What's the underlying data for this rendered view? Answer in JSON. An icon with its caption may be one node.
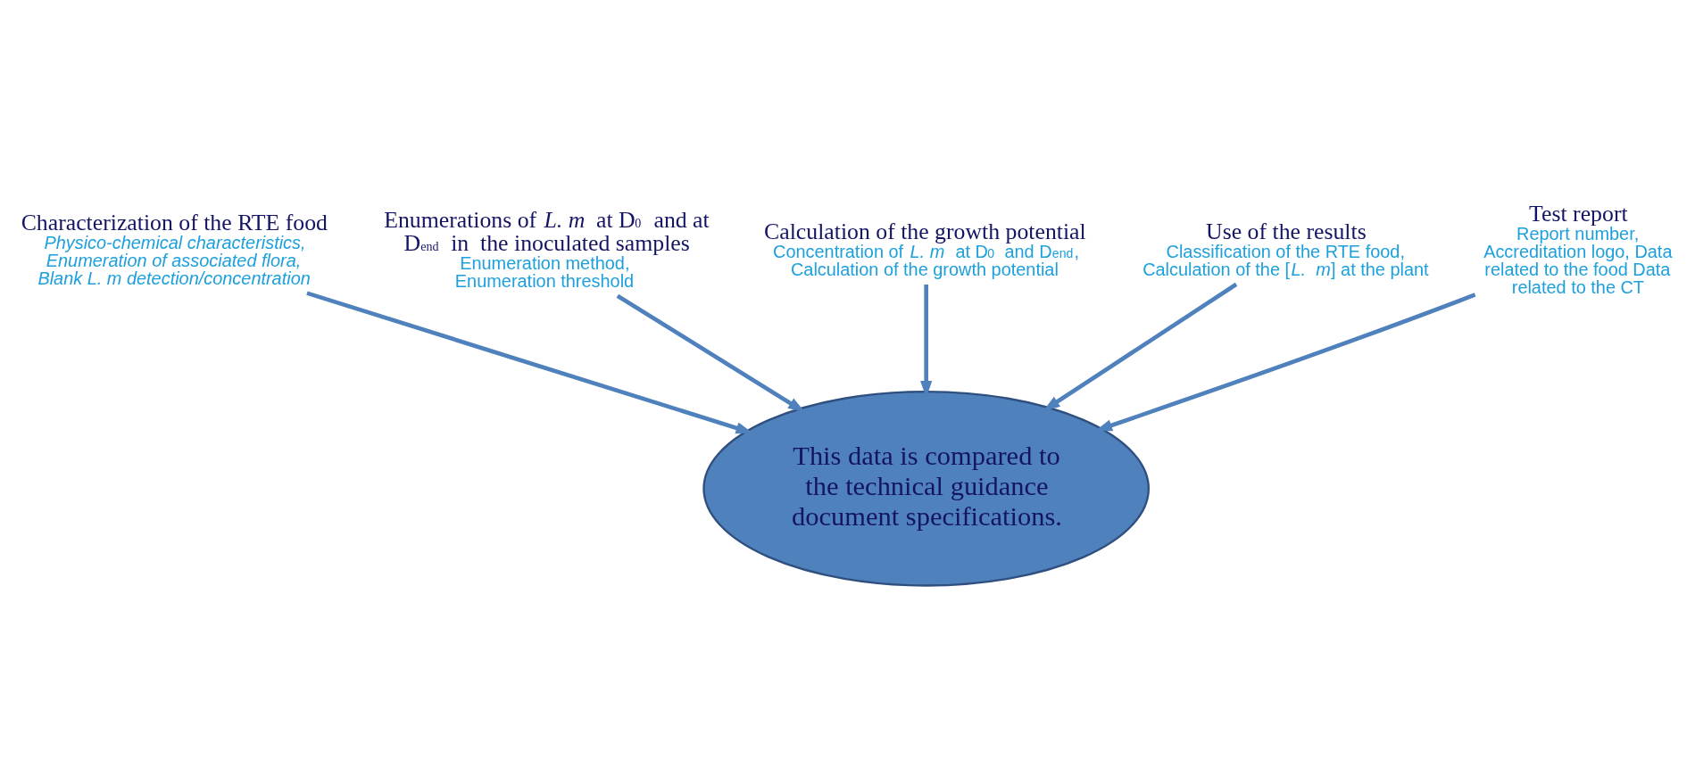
{
  "diagram": {
    "nodes": [
      {
        "text": [
          "Characterization of the RTE food",
          "Physico-chemical characteristics, Enumeration of associated flora, Blank L. m detection/concentration"
        ]
      },
      {
        "text": [
          "Enumerations of *L. m* at D$_{0}$ and at D$_{end}$ in  the inoculated samples",
          "Enumeration method, Enumeration threshold"
        ]
      },
      {
        "text": [
          "Calculation of the growth potential",
          "Concentration of *L. m* at D$_{0}$ and D$_{end}$, Calculation of the growth potential"
        ]
      },
      {
        "text": [
          "Use of the results",
          "Classification of the RTE food, Calculation of the [*L.  m*] at the plant"
        ]
      },
      {
        "text": [
          "Test report",
          "Report number, Accreditation logo, Data related to the food Data related to the CT"
        ]
      },
      {
        "text": [
          "This data is compared to the technical guidance document specifications."
        ]
      }
    ],
    "edges": [
      {
        "from": 0,
        "to": 5,
        "arrow": "to"
      },
      {
        "from": 1,
        "to": 5,
        "arrow": "to"
      },
      {
        "from": 2,
        "to": 5,
        "arrow": "to"
      },
      {
        "from": 3,
        "to": 5,
        "arrow": "to"
      },
      {
        "from": 4,
        "to": 5,
        "arrow": "to"
      }
    ]
  }
}
